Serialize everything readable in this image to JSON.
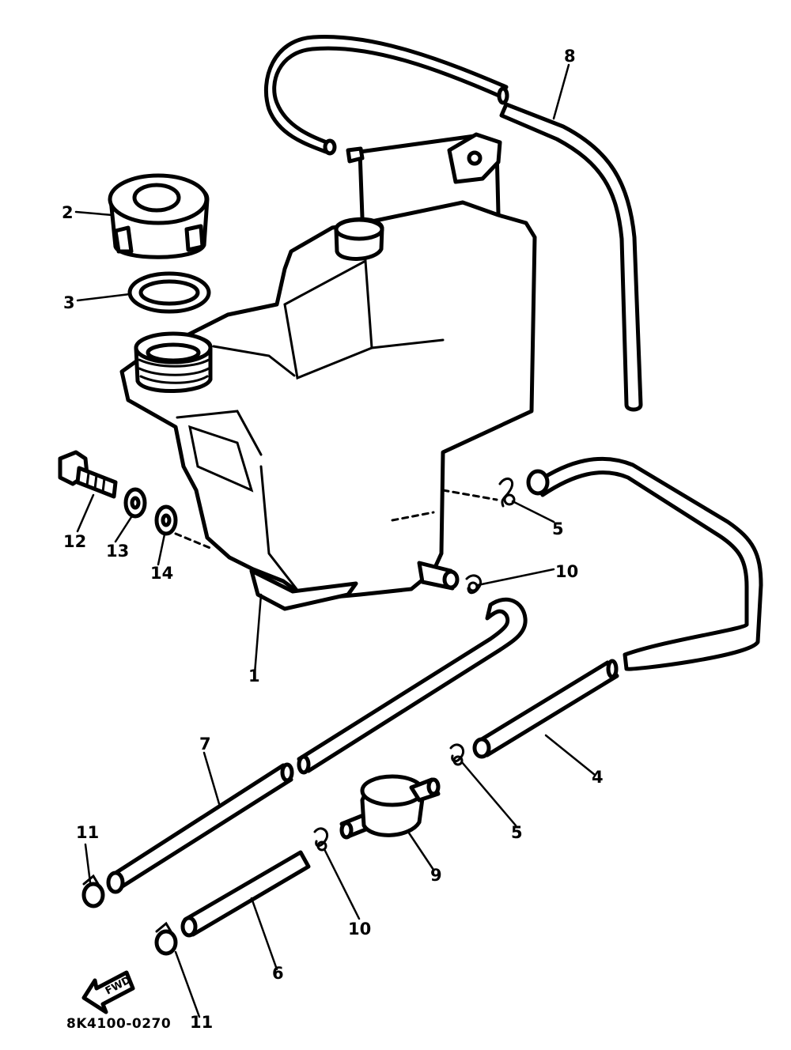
{
  "diagram": {
    "callouts": [
      {
        "id": "cap",
        "label": "2"
      },
      {
        "id": "gasket",
        "label": "3"
      },
      {
        "id": "hose-top",
        "label": "8"
      },
      {
        "id": "clip-upper-right",
        "label": "5"
      },
      {
        "id": "clip-tank-outlet",
        "label": "10"
      },
      {
        "id": "tank",
        "label": "1"
      },
      {
        "id": "bolt",
        "label": "12"
      },
      {
        "id": "washer-a",
        "label": "13"
      },
      {
        "id": "washer-b",
        "label": "14"
      },
      {
        "id": "hose-right",
        "label": "4"
      },
      {
        "id": "clip-lower-right",
        "label": "5"
      },
      {
        "id": "hose-long",
        "label": "7"
      },
      {
        "id": "valve",
        "label": "9"
      },
      {
        "id": "clip-valve",
        "label": "10"
      },
      {
        "id": "clamp-left-upper",
        "label": "11"
      },
      {
        "id": "hose-short",
        "label": "6"
      },
      {
        "id": "clamp-left-lower",
        "label": "11"
      }
    ],
    "fwd_arrow_text": "FWD",
    "drawing_code": "8K4100-0270"
  }
}
